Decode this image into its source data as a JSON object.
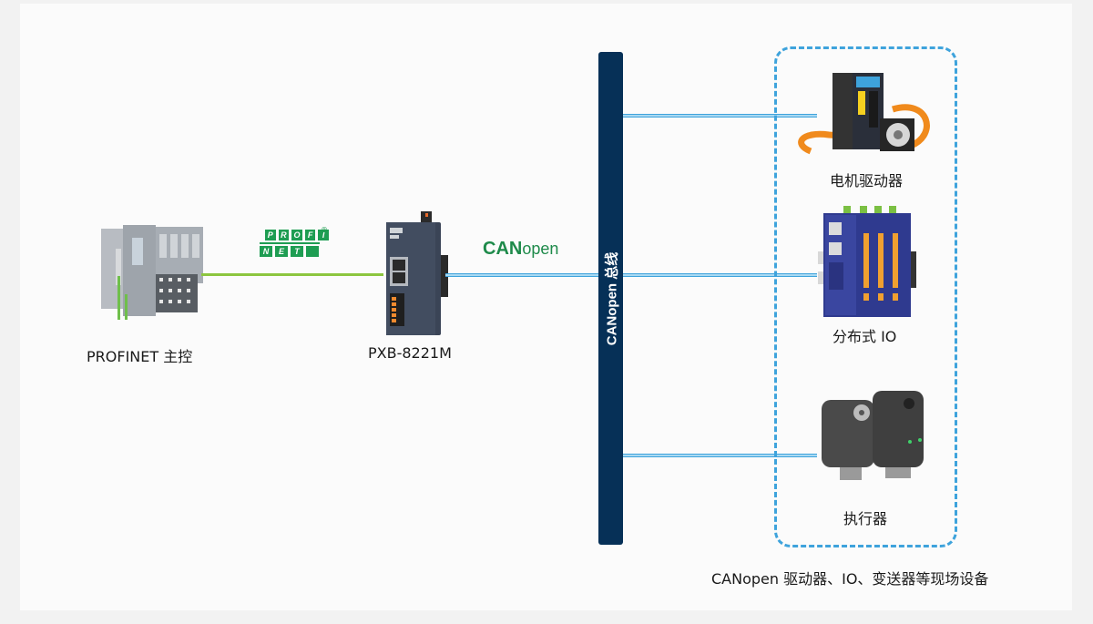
{
  "nodes": {
    "master": {
      "label": "PROFINET 主控"
    },
    "gateway": {
      "label": "PXB-8221M"
    },
    "motor_drive": {
      "label": "电机驱动器"
    },
    "distributed_io": {
      "label": "分布式 IO"
    },
    "actuator": {
      "label": "执行器"
    }
  },
  "protocols": {
    "profinet_logo": {
      "row1": [
        "P",
        "R",
        "O",
        "F",
        "I"
      ],
      "row2": [
        "N",
        "E",
        "T"
      ],
      "registered": "®"
    },
    "canopen_logo": {
      "bold": "CAN",
      "light": "open"
    }
  },
  "bus": {
    "label": "CANopen 总线"
  },
  "field_devices_caption": "CANopen 驱动器、IO、变送器等现场设备",
  "colors": {
    "profinet_line": "#8cc63f",
    "canopen_line": "#3ea3dc",
    "bus_bar": "#063057",
    "dashed_group": "#3ea3dc",
    "logo_green": "#1e9d52"
  }
}
